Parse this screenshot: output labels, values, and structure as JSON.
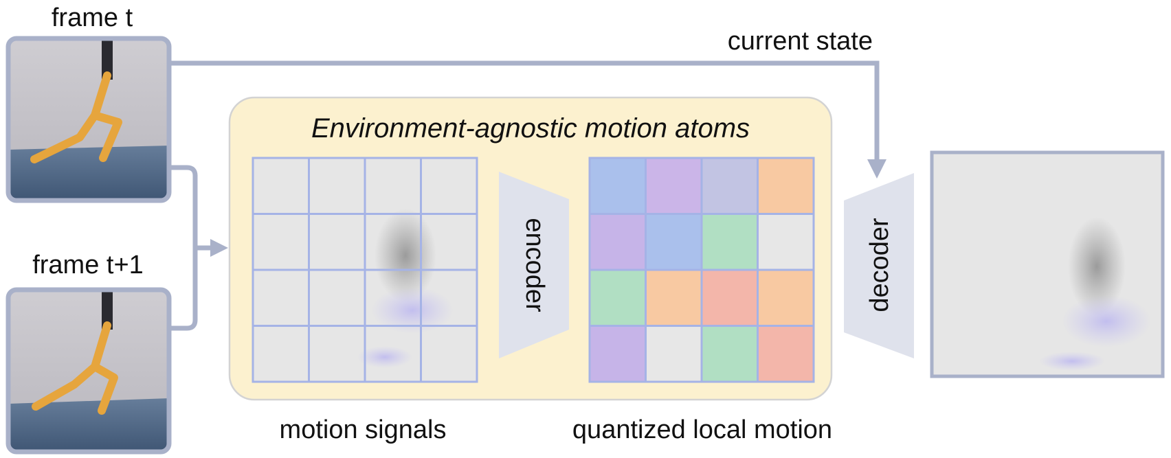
{
  "labels": {
    "frame_t": "frame t",
    "frame_t1": "frame t+1",
    "current_state": "current state",
    "panel_title": "Environment-agnostic motion atoms",
    "encoder": "encoder",
    "decoder": "decoder",
    "motion_signals": "motion signals",
    "quantized_local_motion": "quantized local motion"
  },
  "colors": {
    "arrow": "#a9b1c9",
    "panel_fill": "#fcf1cf",
    "panel_stroke": "#d3d3d3",
    "grid_line": "#a5b3e6",
    "trapezoid": "#dfe2ec",
    "signal_cell": "#e6e6e6"
  },
  "quantized_grid": [
    [
      "#aac0ec",
      "#cbb5e8",
      "#c2c4e3",
      "#f8c9a2"
    ],
    [
      "#c6b4e8",
      "#aac0ec",
      "#b1dfc3",
      "#e7e7e7"
    ],
    [
      "#b1dfc3",
      "#f8c9a2",
      "#f3b6aa",
      "#f8c9a2"
    ],
    [
      "#c6b4e8",
      "#e7e7e7",
      "#b1dfc3",
      "#f3b6aa"
    ]
  ]
}
